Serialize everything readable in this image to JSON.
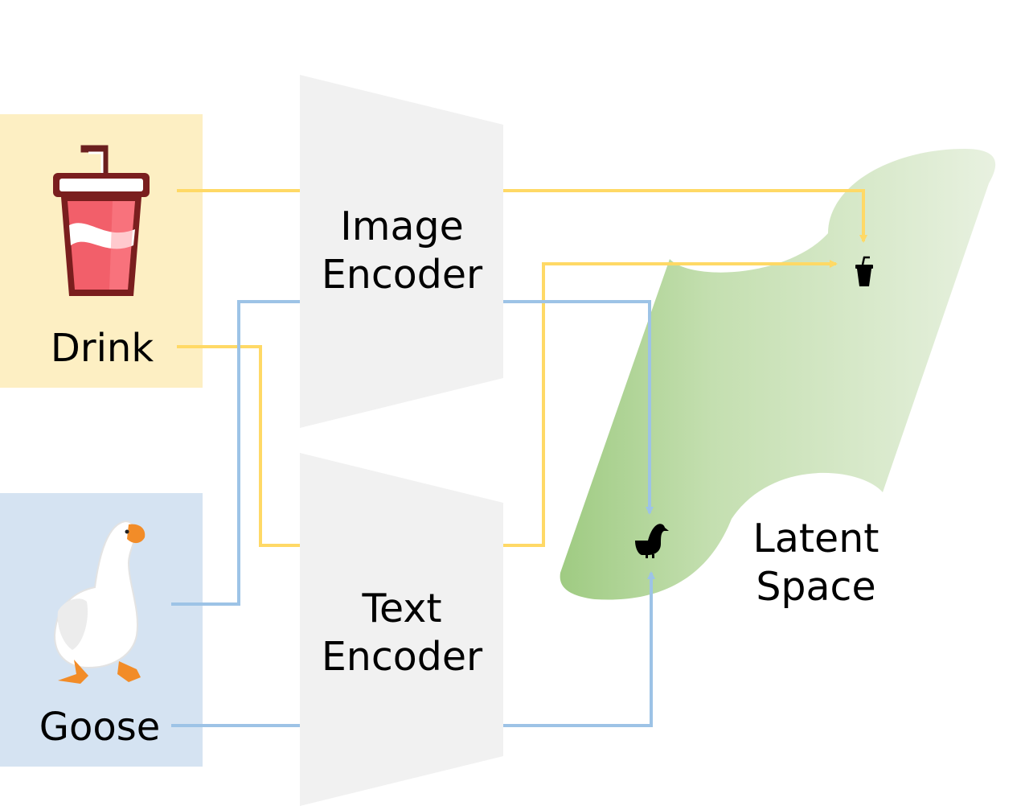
{
  "inputs": {
    "drink_label": "Drink",
    "goose_label": "Goose"
  },
  "encoders": {
    "image_line1": "Image",
    "image_line2": "Encoder",
    "text_line1": "Text",
    "text_line2": "Encoder"
  },
  "latent": {
    "line1": "Latent",
    "line2": "Space"
  },
  "icons": {
    "drink": "drink-cup-icon",
    "goose": "goose-illustration",
    "drink_marker": "drink-cup-marker-icon",
    "goose_marker": "goose-marker-icon"
  },
  "colors": {
    "drink_bg": "#FDEFC3",
    "goose_bg": "#D5E3F2",
    "encoder": "#F1F1F1",
    "yellow_line": "#FFD966",
    "blue_line": "#9DC3E6",
    "latent_green": "#A9D08E"
  }
}
